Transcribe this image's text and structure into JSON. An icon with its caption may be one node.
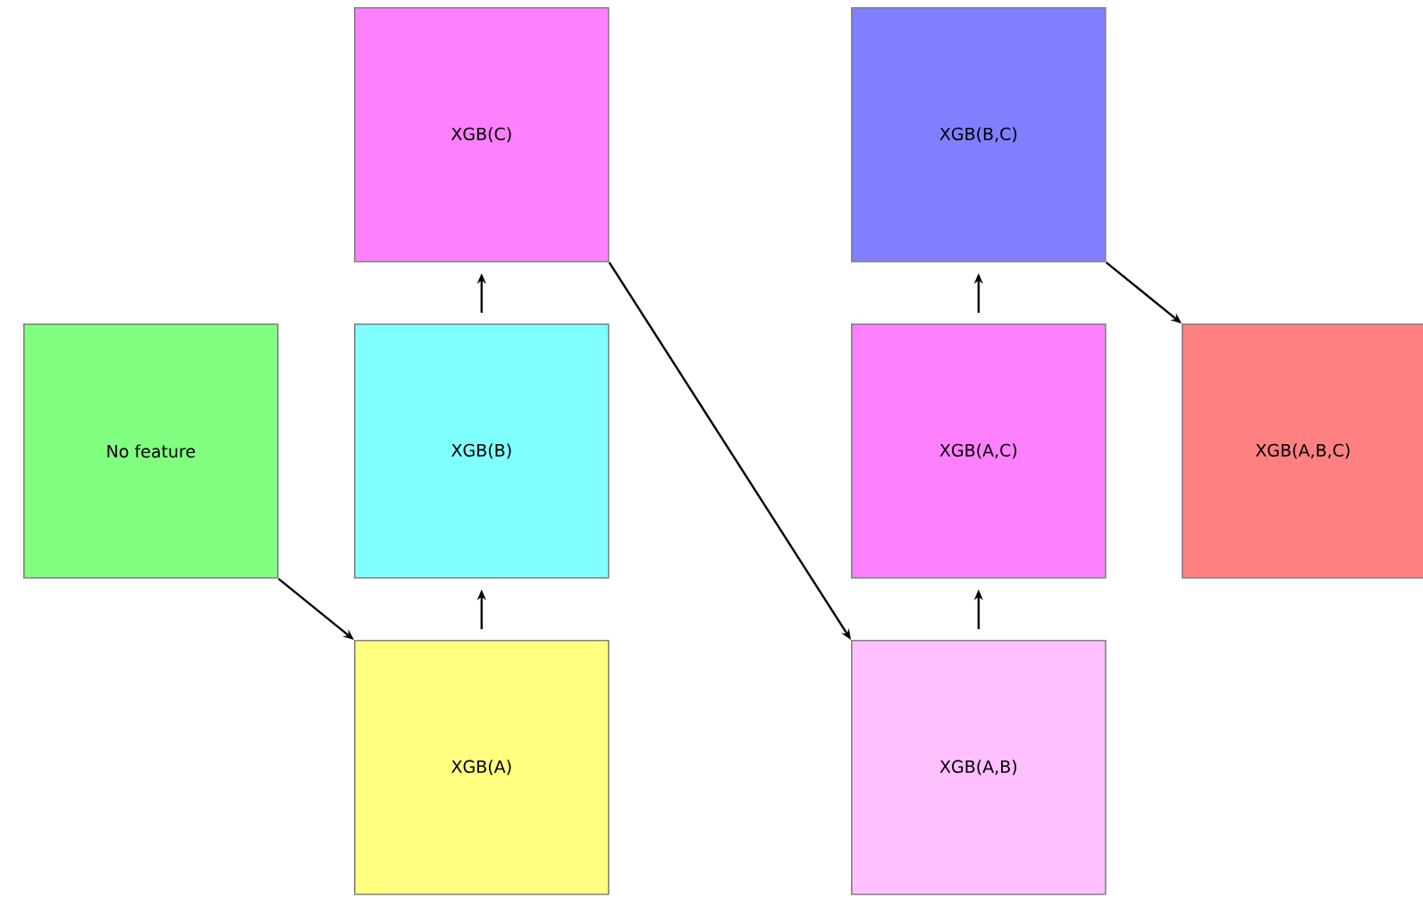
{
  "diagram": {
    "nodes": [
      {
        "text": [
          "XGB(C)"
        ]
      },
      {
        "text": [
          "XGB(B,C)"
        ]
      },
      {
        "text": [
          "No feature"
        ]
      },
      {
        "text": [
          "XGB(B)"
        ]
      },
      {
        "text": [
          "XGB(A,C)"
        ]
      },
      {
        "text": [
          "XGB(A,B,C)"
        ]
      },
      {
        "text": [
          "XGB(A)"
        ]
      },
      {
        "text": [
          "XGB(A,B)"
        ]
      }
    ],
    "edges": [
      {
        "from": 2,
        "to": 6,
        "arrow": "to"
      },
      {
        "from": 6,
        "to": 3,
        "arrow": "to"
      },
      {
        "from": 3,
        "to": 0,
        "arrow": "to"
      },
      {
        "from": 0,
        "to": 7,
        "arrow": "to"
      },
      {
        "from": 7,
        "to": 4,
        "arrow": "to"
      },
      {
        "from": 4,
        "to": 1,
        "arrow": "to"
      },
      {
        "from": 1,
        "to": 5,
        "arrow": "to"
      }
    ]
  }
}
